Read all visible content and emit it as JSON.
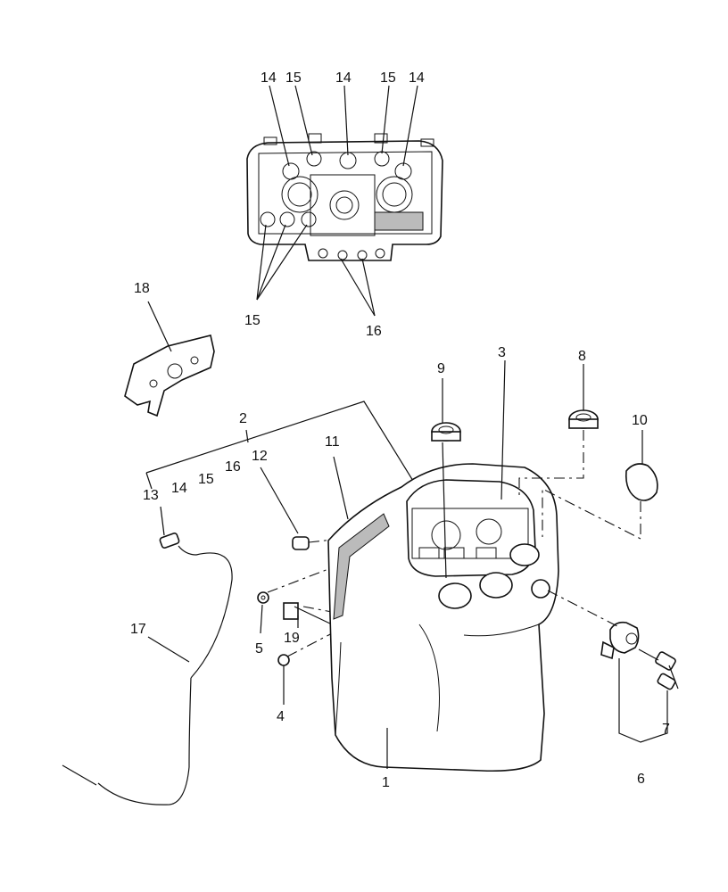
{
  "labels": {
    "cluster_top": [
      "14",
      "15",
      "14",
      "15",
      "14"
    ],
    "cluster_15": "15",
    "cluster_16": "16",
    "plate": "18",
    "bracket_2": "2",
    "bracket_12": "12",
    "bracket_13": "13",
    "bracket_14": "14",
    "bracket_15": "15",
    "bracket_16": "16",
    "cable": "17",
    "screw": "4",
    "washer": "5",
    "clip": "19",
    "decal": "11",
    "housing": "1",
    "panel": "3",
    "cap_9": "9",
    "cap_8": "8",
    "knob": "10",
    "switch": "6",
    "key": "7"
  }
}
